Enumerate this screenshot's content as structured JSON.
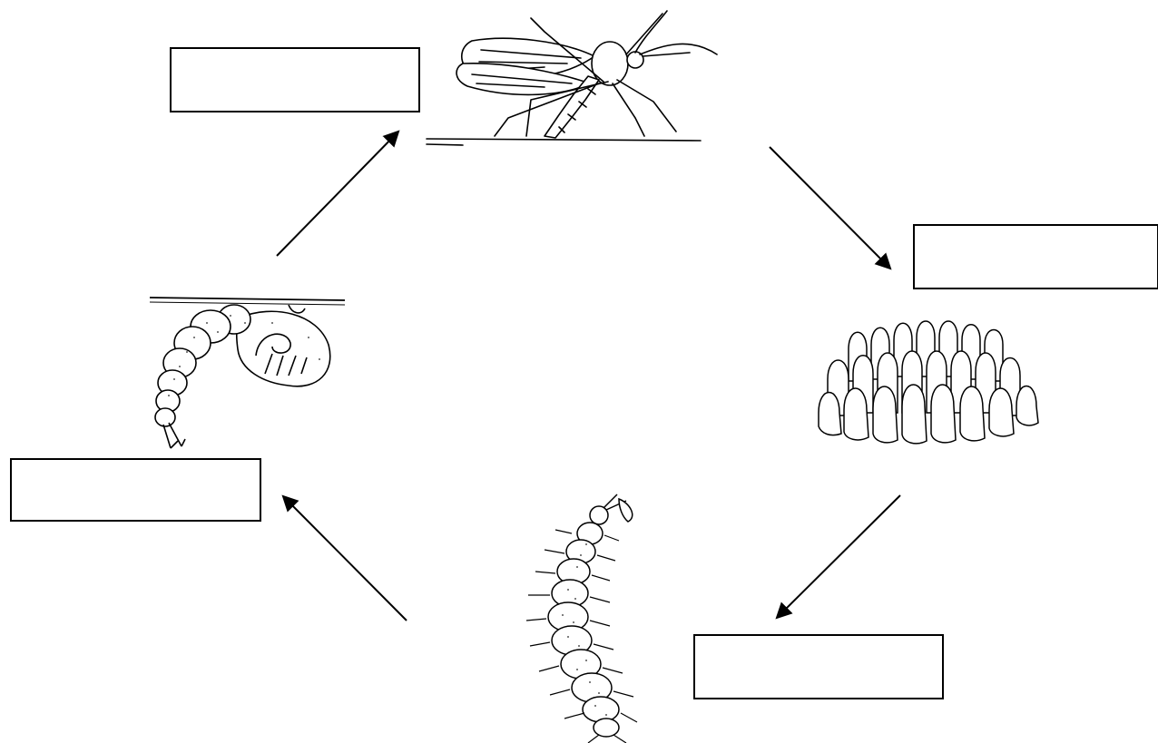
{
  "diagram": {
    "type": "life-cycle",
    "stages": [
      {
        "id": "adult",
        "label": ""
      },
      {
        "id": "eggs",
        "label": ""
      },
      {
        "id": "larva",
        "label": ""
      },
      {
        "id": "pupa",
        "label": ""
      }
    ],
    "flow": [
      "adult",
      "eggs",
      "larva",
      "pupa",
      "adult"
    ],
    "colors": {
      "line": "#000000",
      "stipple": "#555555",
      "background": "#ffffff"
    }
  }
}
